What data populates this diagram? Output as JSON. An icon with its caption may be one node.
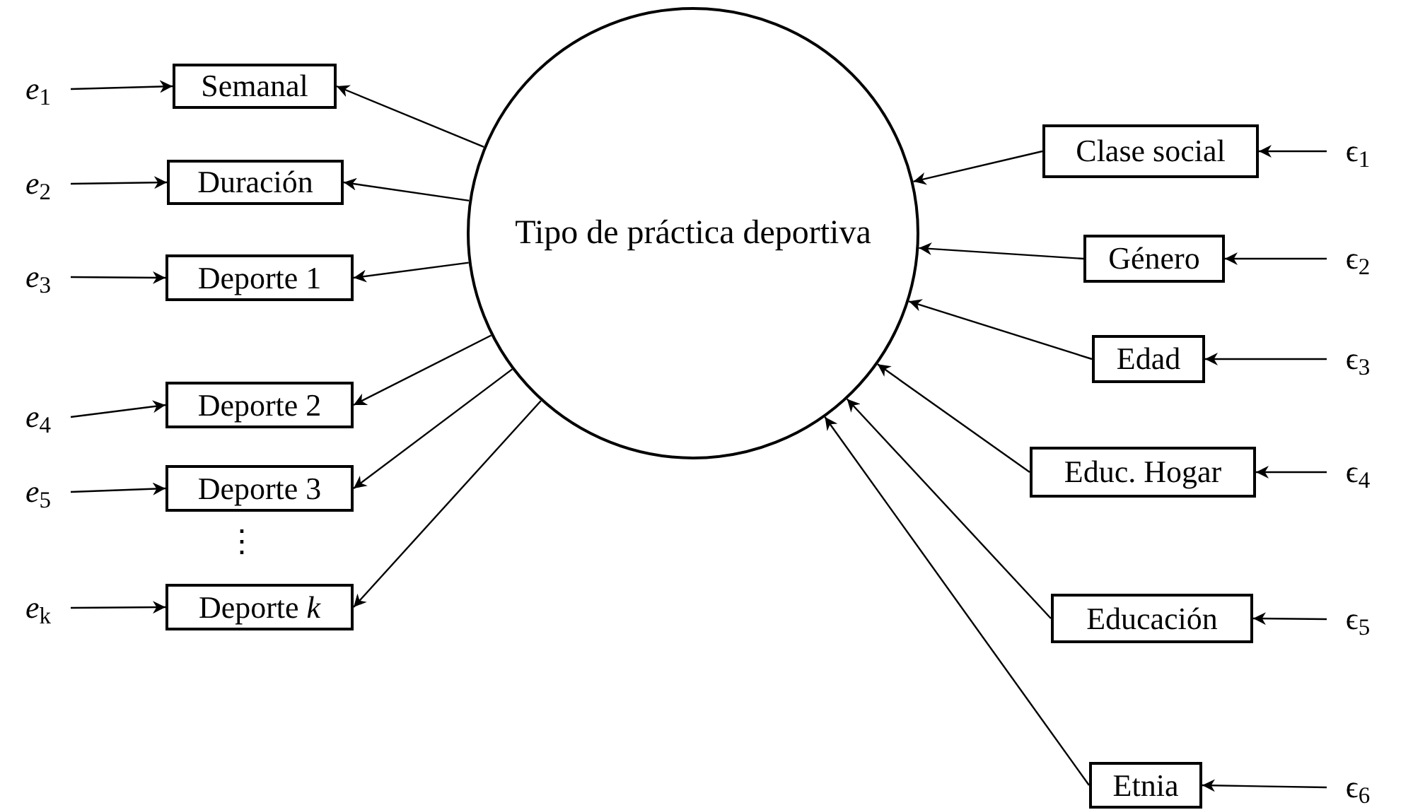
{
  "diagram": {
    "nodes": [
      {
        "text": [
          "Tipo de práctica deportiva"
        ]
      },
      {
        "text": [
          "Semanal"
        ]
      },
      {
        "text": [
          "Duración"
        ]
      },
      {
        "text": [
          "Deporte 1"
        ]
      },
      {
        "text": [
          "Deporte 2"
        ]
      },
      {
        "text": [
          "Deporte 3"
        ]
      },
      {
        "text": [
          "Deporte *k*"
        ]
      },
      {
        "text": [
          "*e*$_{1}$"
        ]
      },
      {
        "text": [
          "*e*$_{2}$"
        ]
      },
      {
        "text": [
          "*e*$_{3}$"
        ]
      },
      {
        "text": [
          "*e*$_{4}$"
        ]
      },
      {
        "text": [
          "*e*$_{5}$"
        ]
      },
      {
        "text": [
          "*e*$_{k}$"
        ]
      },
      {
        "text": [
          "Clase social"
        ]
      },
      {
        "text": [
          "Género"
        ]
      },
      {
        "text": [
          "Edad"
        ]
      },
      {
        "text": [
          "Educ. Hogar"
        ]
      },
      {
        "text": [
          "Educación"
        ]
      },
      {
        "text": [
          "Etnia"
        ]
      },
      {
        "text": [
          "ϵ$_{1}$"
        ]
      },
      {
        "text": [
          "ϵ$_{2}$"
        ]
      },
      {
        "text": [
          "ϵ$_{3}$"
        ]
      },
      {
        "text": [
          "ϵ$_{4}$"
        ]
      },
      {
        "text": [
          "ϵ$_{5}$"
        ]
      },
      {
        "text": [
          "ϵ$_{6}$"
        ]
      }
    ],
    "edges": [
      {
        "from": 0,
        "to": 1,
        "arrow": "to"
      },
      {
        "from": 0,
        "to": 2,
        "arrow": "to"
      },
      {
        "from": 0,
        "to": 3,
        "arrow": "to"
      },
      {
        "from": 0,
        "to": 4,
        "arrow": "to"
      },
      {
        "from": 0,
        "to": 5,
        "arrow": "to"
      },
      {
        "from": 0,
        "to": 6,
        "arrow": "to"
      },
      {
        "from": 7,
        "to": 1,
        "arrow": "to"
      },
      {
        "from": 8,
        "to": 2,
        "arrow": "to"
      },
      {
        "from": 9,
        "to": 3,
        "arrow": "to"
      },
      {
        "from": 10,
        "to": 4,
        "arrow": "to"
      },
      {
        "from": 11,
        "to": 5,
        "arrow": "to"
      },
      {
        "from": 12,
        "to": 6,
        "arrow": "to"
      },
      {
        "from": 13,
        "to": 0,
        "arrow": "to"
      },
      {
        "from": 14,
        "to": 0,
        "arrow": "to"
      },
      {
        "from": 15,
        "to": 0,
        "arrow": "to"
      },
      {
        "from": 16,
        "to": 0,
        "arrow": "to"
      },
      {
        "from": 17,
        "to": 0,
        "arrow": "to"
      },
      {
        "from": 18,
        "to": 0,
        "arrow": "to"
      },
      {
        "from": 19,
        "to": 13,
        "arrow": "to"
      },
      {
        "from": 20,
        "to": 14,
        "arrow": "to"
      },
      {
        "from": 21,
        "to": 15,
        "arrow": "to"
      },
      {
        "from": 22,
        "to": 16,
        "arrow": "to"
      },
      {
        "from": 23,
        "to": 17,
        "arrow": "to"
      },
      {
        "from": 24,
        "to": 18,
        "arrow": "to"
      }
    ],
    "labels": [
      "⋮"
    ]
  }
}
